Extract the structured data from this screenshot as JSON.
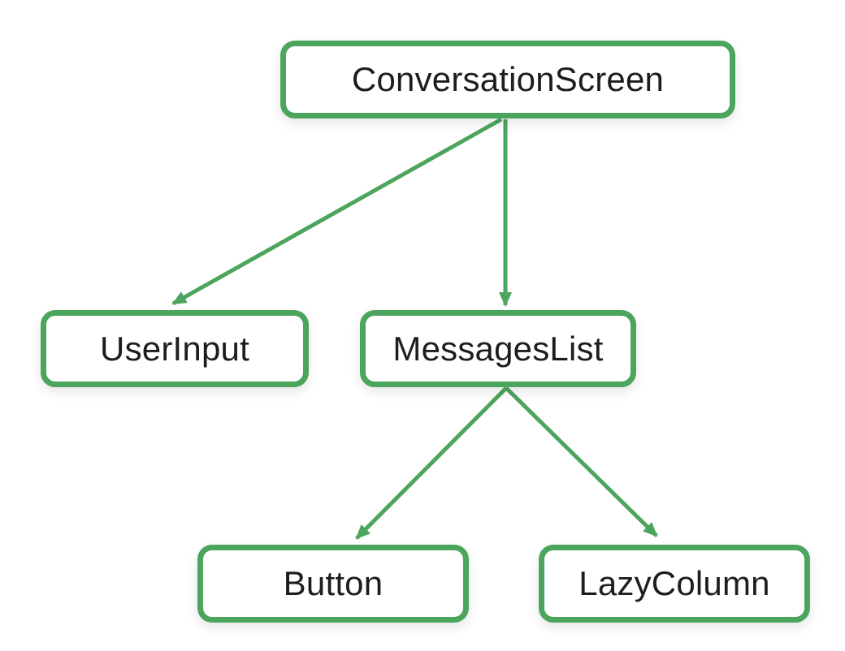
{
  "diagram": {
    "type": "component-tree",
    "nodes": [
      {
        "id": "conversation-screen",
        "label": "ConversationScreen"
      },
      {
        "id": "user-input",
        "label": "UserInput"
      },
      {
        "id": "messages-list",
        "label": "MessagesList"
      },
      {
        "id": "button",
        "label": "Button"
      },
      {
        "id": "lazy-column",
        "label": "LazyColumn"
      }
    ],
    "edges": [
      {
        "from": "ConversationScreen",
        "to": "UserInput"
      },
      {
        "from": "ConversationScreen",
        "to": "MessagesList"
      },
      {
        "from": "MessagesList",
        "to": "Button"
      },
      {
        "from": "MessagesList",
        "to": "LazyColumn"
      }
    ]
  },
  "colors": {
    "accent": "#4CA55C",
    "node_fill": "#FFFFFF",
    "text": "#1D1D1F",
    "background": "#FFFFFF"
  }
}
